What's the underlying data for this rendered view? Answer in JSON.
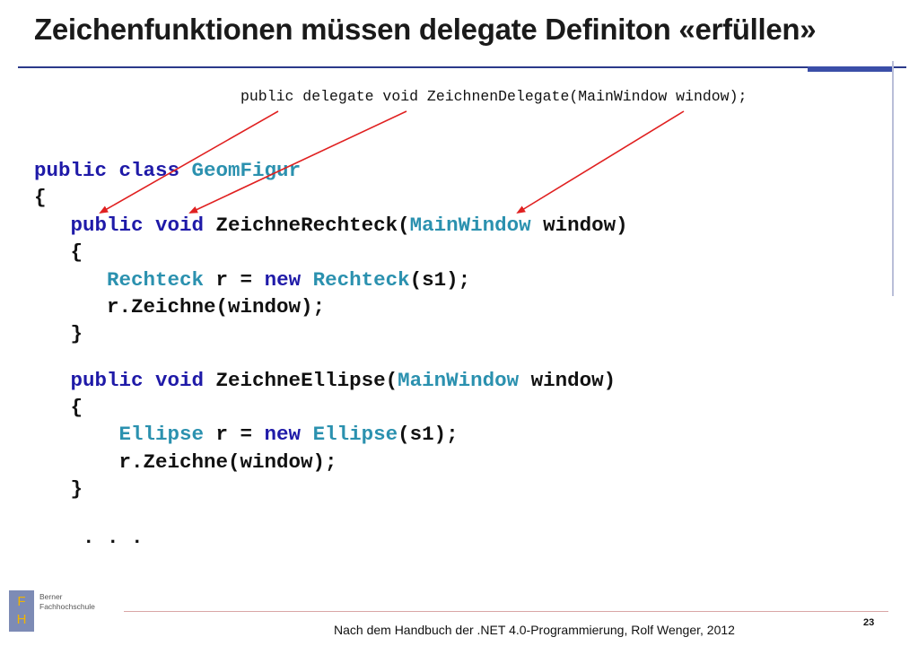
{
  "slide": {
    "title": "Zeichenfunktionen müssen delegate Definiton «erfüllen»",
    "delegate_declaration": "public delegate void ZeichnenDelegate(MainWindow window);",
    "page_number": "23",
    "footer": "Nach dem Handbuch der .NET 4.0-Programmierung, Rolf Wenger, 2012"
  },
  "logo": {
    "letter_top": "F",
    "letter_bottom": "H",
    "line1": "Berner",
    "line2": "Fachhochschule"
  },
  "code": {
    "l1": {
      "kw": "public class",
      "sp": " ",
      "type": "GeomFigur"
    },
    "l2": {
      "text": "{"
    },
    "l3": {
      "indent": "   ",
      "kw": "public void",
      "rest1": " ZeichneRechteck(",
      "type": "MainWindow",
      "rest2": " window)"
    },
    "l4": {
      "text": "   {"
    },
    "l5": {
      "indent": "      ",
      "type1": "Rechteck",
      "mid1": " r = ",
      "kw": "new",
      "sp": " ",
      "type2": "Rechteck",
      "rest": "(s1);"
    },
    "l6": {
      "text": "      r.Zeichne(window);"
    },
    "l7": {
      "text": "   }"
    },
    "l8": {
      "indent": "   ",
      "kw": "public void",
      "rest1": " ZeichneEllipse(",
      "type": "MainWindow",
      "rest2": " window)"
    },
    "l9": {
      "text": "   {"
    },
    "l10": {
      "indent": "       ",
      "type1": "Ellipse",
      "mid1": " r = ",
      "kw": "new",
      "sp": " ",
      "type2": "Ellipse",
      "rest": "(s1);"
    },
    "l11": {
      "text": "       r.Zeichne(window);"
    },
    "l12": {
      "text": "   }"
    },
    "l13": {
      "text": "    . . ."
    }
  },
  "colors": {
    "keyword": "#1f1aa8",
    "type": "#2b91af",
    "arrow": "#e02020",
    "title_rule": "#2b3a8a"
  }
}
